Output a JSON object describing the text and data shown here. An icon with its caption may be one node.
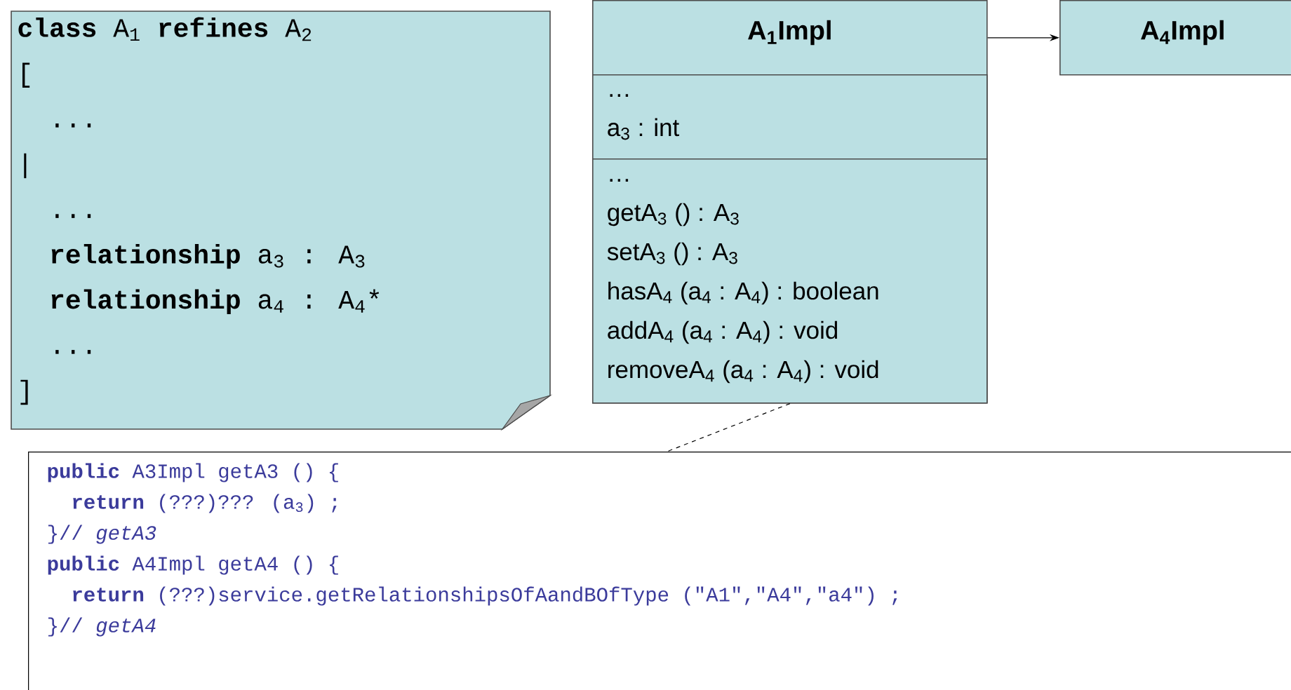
{
  "diagram": {
    "nodes": [
      {
        "text": [
          "**class** A$_{1}$ **refines** A$_{2}$",
          "[",
          "...",
          "|",
          "...",
          "**relationship** a$_{3}$ : A$_{3}$",
          "**relationship** a$_{4}$ : A$_{4}$*",
          "...",
          "]"
        ]
      },
      {
        "text": [
          "A$_{1}$Impl"
        ]
      },
      {
        "text": [
          "…",
          "a$_{3}$ : int"
        ],
        "in": 1
      },
      {
        "text": [
          "…",
          "getA$_{3}$ () : A$_{3}$",
          "setA$_{3}$ () : A$_{3}$",
          "hasA$_{4}$ (a$_{4}$ : A$_{4}$) : boolean",
          "addA$_{4}$ (a$_{4}$ : A$_{4}$) : void",
          "removeA$_{4}$ (a$_{4}$ : A$_{4}$) : void"
        ],
        "in": 1
      },
      {
        "text": [
          "A$_{4}$Impl"
        ]
      },
      {
        "text": [
          "**public** A3Impl getA3 () {",
          "**return** (???)??? (a$_{3}$) ;",
          "}// *getA3*",
          "**public** A4Impl getA4 () {",
          "**return** (???)service.getRelationshipsOfAandBOfType (\"A1\",\"A4\",\"a4\") ;",
          "}// *getA4*"
        ]
      }
    ],
    "edges": [
      {
        "from": 1,
        "to": 4,
        "arrow": "to"
      },
      {
        "from": 3,
        "to": 5,
        "arrow": "none",
        "style": "dashed"
      }
    ]
  }
}
